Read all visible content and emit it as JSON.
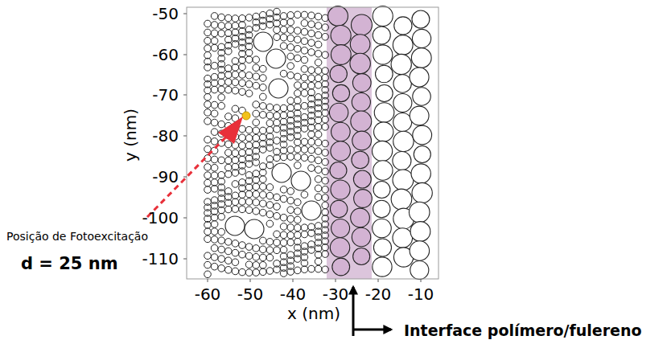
{
  "diagram": {
    "labels": [
      "-50",
      "-60",
      "-70",
      "-80",
      "-90",
      "-100",
      "-110",
      "-60",
      "-50",
      "-40",
      "-30",
      "-20",
      "-10",
      "y (nm)",
      "x (nm)",
      "Posição de Fotoexcitação",
      "d = 25 nm",
      "Interface polímero/fulereno"
    ]
  }
}
